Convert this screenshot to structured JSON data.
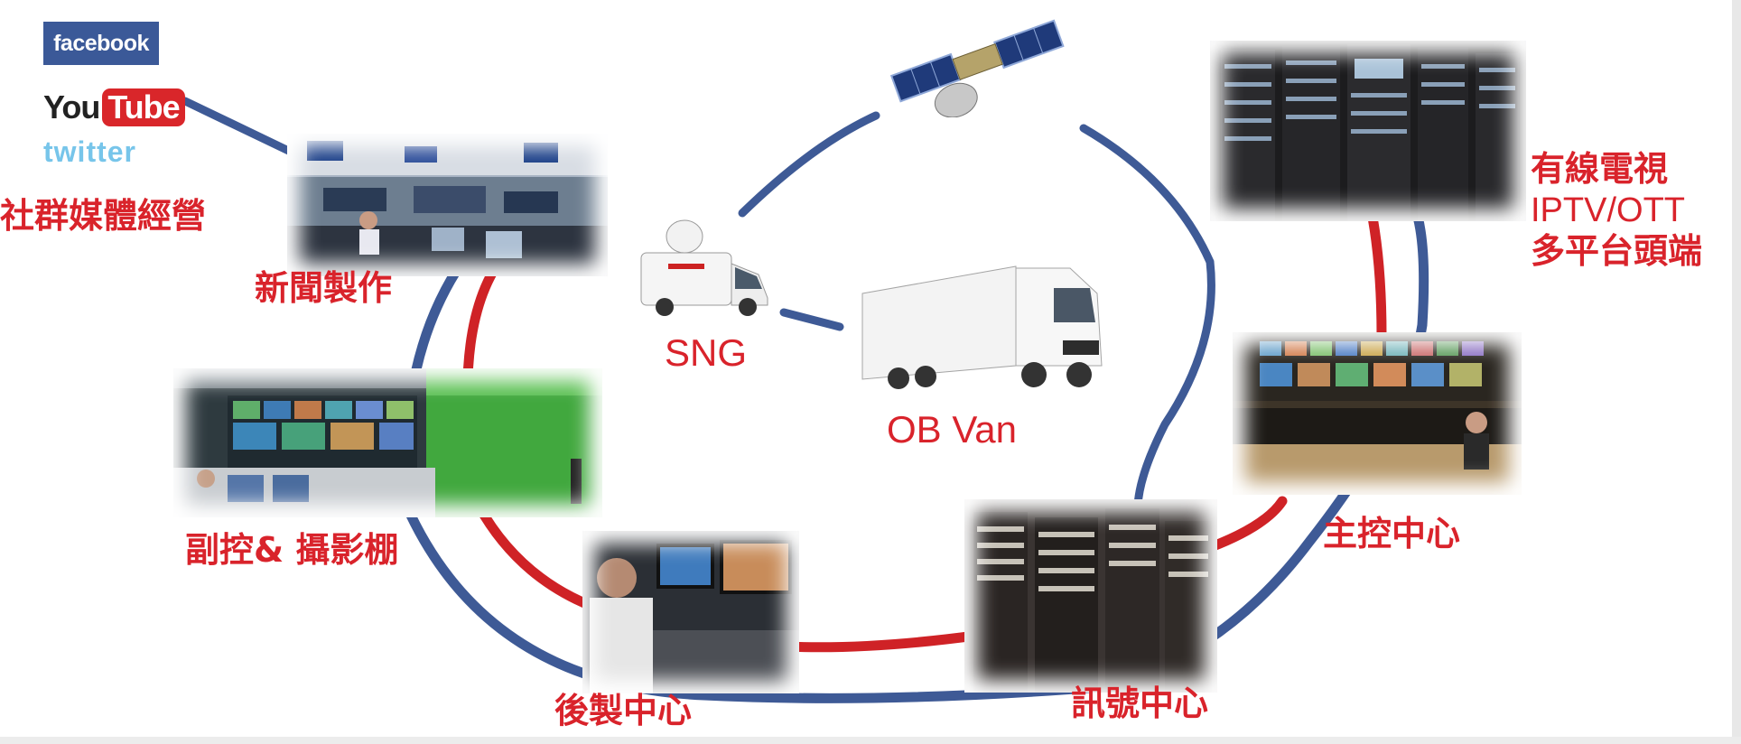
{
  "social_logos": {
    "facebook": "facebook",
    "youtube_you": "You",
    "youtube_tube": "Tube",
    "twitter": "twitter",
    "facebook_color": "#3b5998",
    "youtube_color": "#d9262a",
    "twitter_color": "#77c5ea"
  },
  "labels": {
    "social": "社群媒體經營",
    "news": "新聞製作",
    "sng": "SNG",
    "obvan": "OB Van",
    "subcontrol": "副控& 攝影棚",
    "post": "後製中心",
    "signal": "訊號中心",
    "master": "主控中心",
    "headend_line1": "有線電視",
    "headend_line2": "IPTV/OTT",
    "headend_line3": "多平台頭端"
  },
  "colors": {
    "label_red": "#d9232b",
    "link_blue": "#3e5a96",
    "link_red": "#cf2226"
  },
  "icons": {
    "satellite": "satellite-icon",
    "sng_van": "sng-van-icon",
    "ob_truck": "ob-van-truck-icon"
  }
}
